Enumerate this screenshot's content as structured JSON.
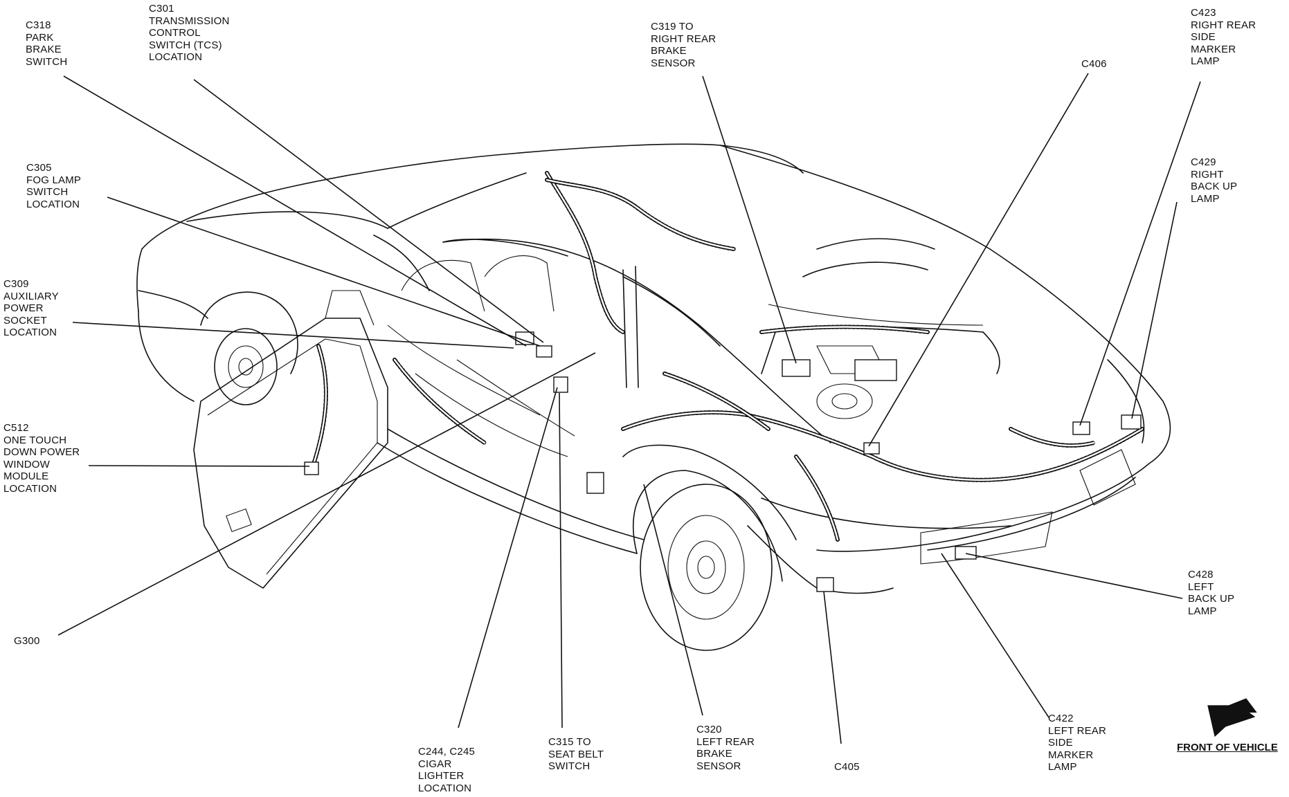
{
  "labels": {
    "c318": [
      "C318",
      "PARK",
      "BRAKE",
      "SWITCH"
    ],
    "c301": [
      "C301",
      "TRANSMISSION",
      "CONTROL",
      "SWITCH (TCS)",
      "LOCATION"
    ],
    "c319": [
      "C319 TO",
      "RIGHT REAR",
      "BRAKE",
      "SENSOR"
    ],
    "c406": [
      "C406"
    ],
    "c423": [
      "C423",
      "RIGHT REAR",
      "SIDE",
      "MARKER",
      "LAMP"
    ],
    "c305": [
      "C305",
      "FOG LAMP",
      "SWITCH",
      "LOCATION"
    ],
    "c429": [
      "C429",
      "RIGHT",
      "BACK UP",
      "LAMP"
    ],
    "c309": [
      "C309",
      "AUXILIARY",
      "POWER",
      "SOCKET",
      "LOCATION"
    ],
    "c512": [
      "C512",
      "ONE TOUCH",
      "DOWN POWER",
      "WINDOW",
      "MODULE",
      "LOCATION"
    ],
    "c428": [
      "C428",
      "LEFT",
      "BACK UP",
      "LAMP"
    ],
    "g300": [
      "G300"
    ],
    "c244": [
      "C244, C245",
      "CIGAR",
      "LIGHTER",
      "LOCATION"
    ],
    "c315": [
      "C315 TO",
      "SEAT BELT",
      "SWITCH"
    ],
    "c320": [
      "C320",
      "LEFT REAR",
      "BRAKE",
      "SENSOR"
    ],
    "c405": [
      "C405"
    ],
    "c422": [
      "C422",
      "LEFT REAR",
      "SIDE",
      "MARKER",
      "LAMP"
    ]
  },
  "front_of_vehicle": "FRONT OF VEHICLE",
  "icons": {
    "arrow": "front-direction-arrow-icon"
  }
}
